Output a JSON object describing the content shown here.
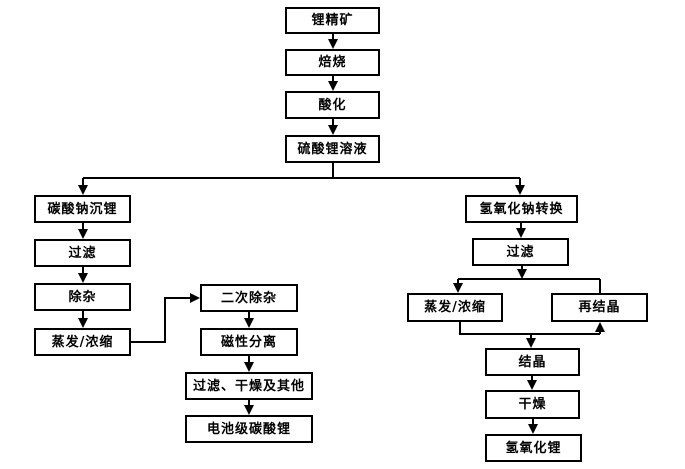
{
  "diagram": {
    "type": "flowchart",
    "language": "zh-CN",
    "colors": {
      "background": "#ffffff",
      "line": "#000000",
      "box_fill": "#ffffff",
      "box_border": "#000000",
      "text": "#000000"
    },
    "nodes": {
      "lithium_concentrate": "锂精矿",
      "roasting": "焙烧",
      "acidification": "酸化",
      "lithium_sulfate_solution": "硫酸锂溶液",
      "sodium_carbonate_precipitation": "碳酸钠沉锂",
      "filtration_left": "过滤",
      "impurity_removal": "除杂",
      "evaporation_concentration_left": "蒸发/浓缩",
      "secondary_impurity_removal": "二次除杂",
      "magnetic_separation": "磁性分离",
      "filtration_drying_others": "过滤、干燥及其他",
      "battery_grade_lithium_carbonate": "电池级碳酸锂",
      "sodium_hydroxide_conversion": "氢氧化钠转换",
      "filtration_right": "过滤",
      "evaporation_concentration_right": "蒸发/浓缩",
      "recrystallization": "再结晶",
      "crystallization": "结晶",
      "drying": "干燥",
      "lithium_hydroxide": "氢氧化锂"
    },
    "edges": [
      {
        "from": "锂精矿",
        "to": "焙烧"
      },
      {
        "from": "焙烧",
        "to": "酸化"
      },
      {
        "from": "酸化",
        "to": "硫酸锂溶液"
      },
      {
        "from": "硫酸锂溶液",
        "to": "碳酸钠沉锂"
      },
      {
        "from": "硫酸锂溶液",
        "to": "氢氧化钠转换"
      },
      {
        "from": "碳酸钠沉锂",
        "to": "过滤"
      },
      {
        "from": "过滤",
        "to": "除杂"
      },
      {
        "from": "除杂",
        "to": "蒸发/浓缩"
      },
      {
        "from": "蒸发/浓缩",
        "to": "二次除杂"
      },
      {
        "from": "二次除杂",
        "to": "磁性分离"
      },
      {
        "from": "磁性分离",
        "to": "过滤、干燥及其他"
      },
      {
        "from": "过滤、干燥及其他",
        "to": "电池级碳酸锂"
      },
      {
        "from": "氢氧化钠转换",
        "to": "过滤"
      },
      {
        "from": "过滤",
        "to": "蒸发/浓缩"
      },
      {
        "from": "过滤",
        "to": "再结晶",
        "arrowhead": false
      },
      {
        "from": "蒸发/浓缩",
        "to": "结晶"
      },
      {
        "from": "蒸发/浓缩",
        "to": "再结晶"
      },
      {
        "from": "结晶",
        "to": "干燥"
      },
      {
        "from": "干燥",
        "to": "氢氧化锂"
      }
    ]
  }
}
